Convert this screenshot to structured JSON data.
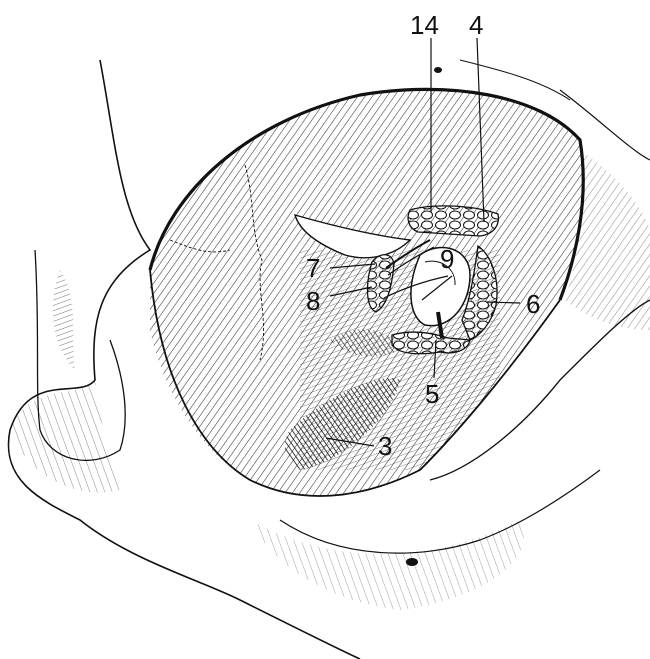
{
  "figure": {
    "ink_color": "#111111",
    "background_color": "#ffffff",
    "labels": {
      "l14": "14",
      "l4": "4",
      "l9": "9",
      "l7": "7",
      "l8": "8",
      "l6": "6",
      "l5": "5",
      "l3": "3"
    }
  }
}
